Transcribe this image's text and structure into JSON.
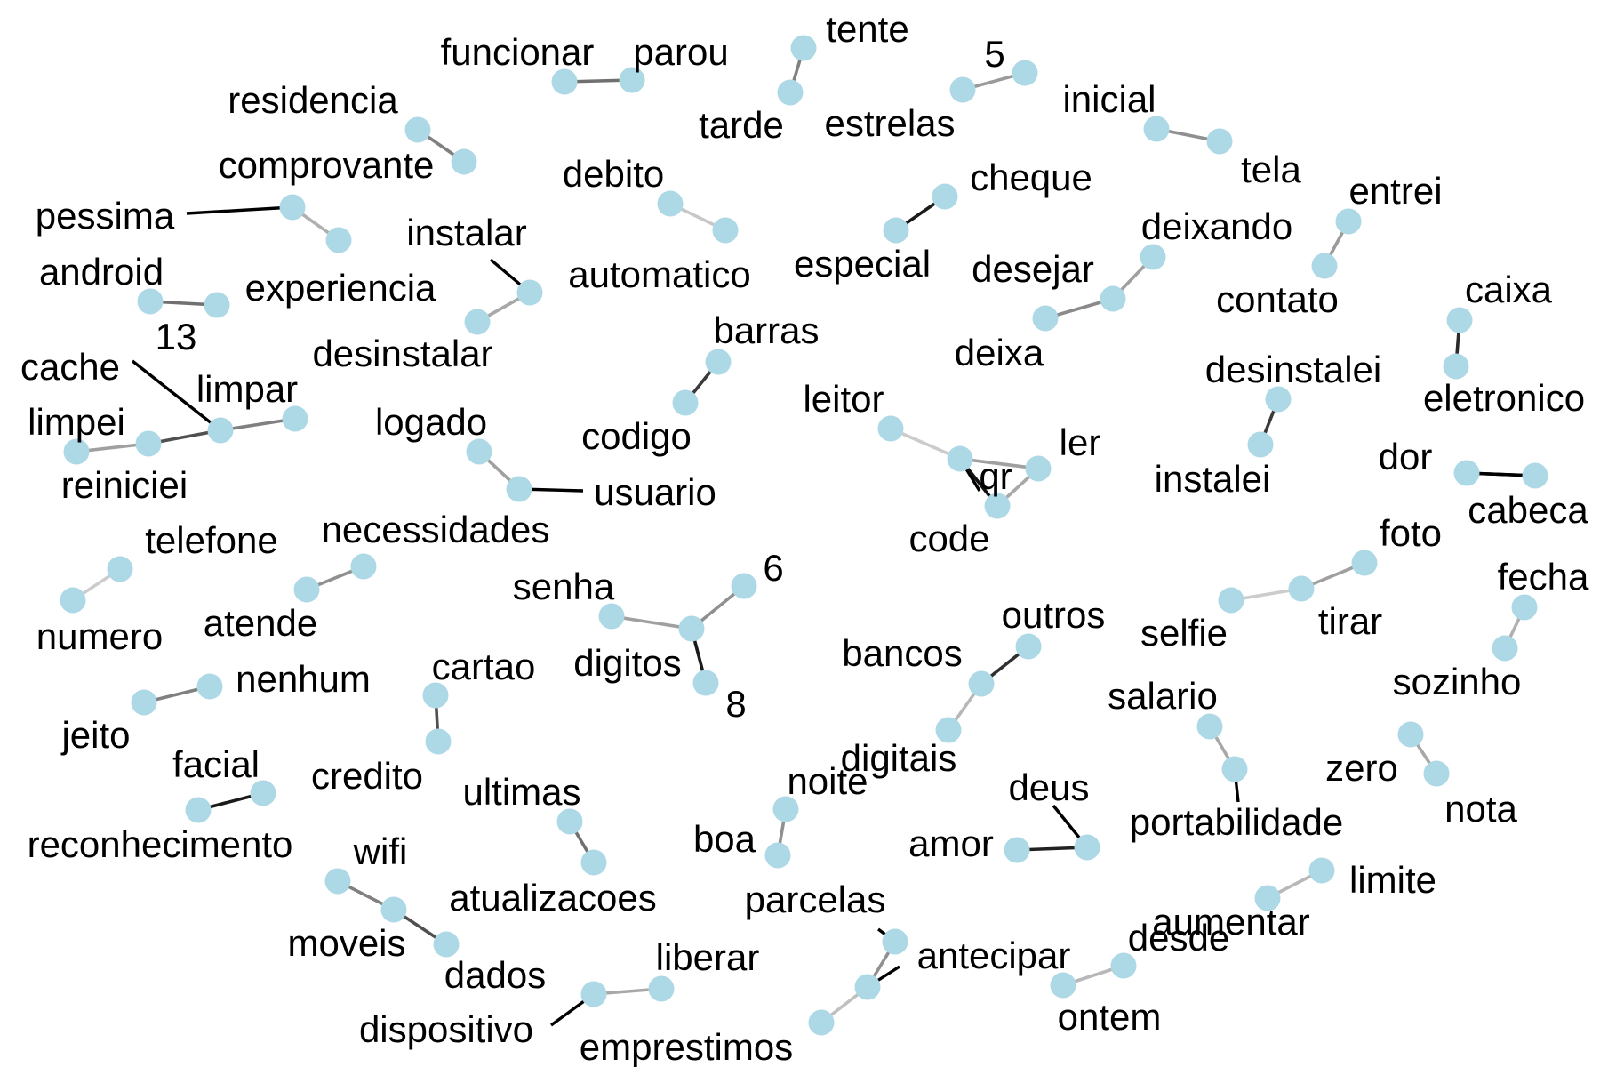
{
  "graph": {
    "node_color": "#add8e6",
    "nodes": [
      {
        "id": "funcionar",
        "label": "funcionar"
      },
      {
        "id": "parou",
        "label": "parou"
      },
      {
        "id": "tente",
        "label": "tente"
      },
      {
        "id": "tarde",
        "label": "tarde"
      },
      {
        "id": "5",
        "label": "5"
      },
      {
        "id": "estrelas",
        "label": "estrelas"
      },
      {
        "id": "inicial",
        "label": "inicial"
      },
      {
        "id": "tela",
        "label": "tela"
      },
      {
        "id": "residencia",
        "label": "residencia"
      },
      {
        "id": "comprovante",
        "label": "comprovante"
      },
      {
        "id": "debito",
        "label": "debito"
      },
      {
        "id": "automatico",
        "label": "automatico"
      },
      {
        "id": "cheque",
        "label": "cheque"
      },
      {
        "id": "especial",
        "label": "especial"
      },
      {
        "id": "entrei",
        "label": "entrei"
      },
      {
        "id": "contato",
        "label": "contato"
      },
      {
        "id": "pessima",
        "label": "pessima"
      },
      {
        "id": "experiencia",
        "label": "experiencia"
      },
      {
        "id": "instalar",
        "label": "instalar"
      },
      {
        "id": "desinstalar",
        "label": "desinstalar"
      },
      {
        "id": "deixando",
        "label": "deixando"
      },
      {
        "id": "desejar",
        "label": "desejar"
      },
      {
        "id": "deixa",
        "label": "deixa"
      },
      {
        "id": "android",
        "label": "android"
      },
      {
        "id": "13",
        "label": "13"
      },
      {
        "id": "caixa",
        "label": "caixa"
      },
      {
        "id": "eletronico",
        "label": "eletronico"
      },
      {
        "id": "barras",
        "label": "barras"
      },
      {
        "id": "codigo",
        "label": "codigo"
      },
      {
        "id": "cache",
        "label": "cache"
      },
      {
        "id": "limpar",
        "label": "limpar"
      },
      {
        "id": "limpei",
        "label": "limpei"
      },
      {
        "id": "reiniciei",
        "label": "reiniciei"
      },
      {
        "id": "desinstalei",
        "label": "desinstalei"
      },
      {
        "id": "instalei",
        "label": "instalei"
      },
      {
        "id": "logado",
        "label": "logado"
      },
      {
        "id": "usuario",
        "label": "usuario"
      },
      {
        "id": "leitor",
        "label": "leitor"
      },
      {
        "id": "qr",
        "label": "qr"
      },
      {
        "id": "ler",
        "label": "ler"
      },
      {
        "id": "code",
        "label": "code"
      },
      {
        "id": "dor",
        "label": "dor"
      },
      {
        "id": "cabeca",
        "label": "cabeca"
      },
      {
        "id": "telefone",
        "label": "telefone"
      },
      {
        "id": "numero",
        "label": "numero"
      },
      {
        "id": "necessidades",
        "label": "necessidades"
      },
      {
        "id": "atende",
        "label": "atende"
      },
      {
        "id": "senha",
        "label": "senha"
      },
      {
        "id": "digitos",
        "label": "digitos"
      },
      {
        "id": "6",
        "label": "6"
      },
      {
        "id": "8",
        "label": "8"
      },
      {
        "id": "foto",
        "label": "foto"
      },
      {
        "id": "tirar",
        "label": "tirar"
      },
      {
        "id": "selfie",
        "label": "selfie"
      },
      {
        "id": "fecha",
        "label": "fecha"
      },
      {
        "id": "sozinho",
        "label": "sozinho"
      },
      {
        "id": "outros",
        "label": "outros"
      },
      {
        "id": "bancos",
        "label": "bancos"
      },
      {
        "id": "digitais",
        "label": "digitais"
      },
      {
        "id": "nenhum",
        "label": "nenhum"
      },
      {
        "id": "jeito",
        "label": "jeito"
      },
      {
        "id": "cartao",
        "label": "cartao"
      },
      {
        "id": "credito",
        "label": "credito"
      },
      {
        "id": "salario",
        "label": "salario"
      },
      {
        "id": "portabilidade",
        "label": "portabilidade"
      },
      {
        "id": "zero",
        "label": "zero"
      },
      {
        "id": "nota",
        "label": "nota"
      },
      {
        "id": "facial",
        "label": "facial"
      },
      {
        "id": "reconhecimento",
        "label": "reconhecimento"
      },
      {
        "id": "ultimas",
        "label": "ultimas"
      },
      {
        "id": "atualizacoes",
        "label": "atualizacoes"
      },
      {
        "id": "noite",
        "label": "noite"
      },
      {
        "id": "boa",
        "label": "boa"
      },
      {
        "id": "deus",
        "label": "deus"
      },
      {
        "id": "amor",
        "label": "amor"
      },
      {
        "id": "wifi",
        "label": "wifi"
      },
      {
        "id": "moveis",
        "label": "moveis"
      },
      {
        "id": "dados",
        "label": "dados"
      },
      {
        "id": "parcelas",
        "label": "parcelas"
      },
      {
        "id": "antecipar",
        "label": "antecipar"
      },
      {
        "id": "emprestimos",
        "label": "emprestimos"
      },
      {
        "id": "limite",
        "label": "limite"
      },
      {
        "id": "aumentar",
        "label": "aumentar"
      },
      {
        "id": "desde",
        "label": "desde"
      },
      {
        "id": "ontem",
        "label": "ontem"
      },
      {
        "id": "liberar",
        "label": "liberar"
      },
      {
        "id": "dispositivo",
        "label": "dispositivo"
      }
    ],
    "edges": [
      {
        "from": "funcionar",
        "to": "parou",
        "shade": "#707070"
      },
      {
        "from": "tarde",
        "to": "tente",
        "shade": "#808080"
      },
      {
        "from": "estrelas",
        "to": "5",
        "shade": "#9a9a9a"
      },
      {
        "from": "inicial",
        "to": "tela",
        "shade": "#909090"
      },
      {
        "from": "residencia",
        "to": "comprovante",
        "shade": "#808080"
      },
      {
        "from": "debito",
        "to": "automatico",
        "shade": "#c8c8c8"
      },
      {
        "from": "especial",
        "to": "cheque",
        "shade": "#1a1a1a"
      },
      {
        "from": "contato",
        "to": "entrei",
        "shade": "#9a9a9a"
      },
      {
        "from": "pessima",
        "to": "experiencia",
        "shade": "#b0b0b0"
      },
      {
        "from": "desinstalar",
        "to": "instalar",
        "shade": "#a8a8a8"
      },
      {
        "from": "deixa",
        "to": "desejar",
        "shade": "#8a8a8a"
      },
      {
        "from": "desejar",
        "to": "deixando",
        "shade": "#a0a0a0"
      },
      {
        "from": "android",
        "to": "13",
        "shade": "#707070"
      },
      {
        "from": "caixa",
        "to": "eletronico",
        "shade": "#2a2a2a"
      },
      {
        "from": "codigo",
        "to": "barras",
        "shade": "#3a3a3a"
      },
      {
        "from": "limpei",
        "to": "reiniciei",
        "shade": "#a0a0a0"
      },
      {
        "from": "reiniciei",
        "to": "cache",
        "shade": "#505050"
      },
      {
        "from": "cache",
        "to": "limpar",
        "shade": "#808080"
      },
      {
        "from": "instalei",
        "to": "desinstalei",
        "shade": "#3a3a3a"
      },
      {
        "from": "logado",
        "to": "usuario",
        "shade": "#a0a0a0"
      },
      {
        "from": "leitor",
        "to": "qr",
        "shade": "#cccccc"
      },
      {
        "from": "qr",
        "to": "ler",
        "shade": "#a0a0a0"
      },
      {
        "from": "qr",
        "to": "code",
        "shade": "#111111"
      },
      {
        "from": "code",
        "to": "ler",
        "shade": "#a8a8a8"
      },
      {
        "from": "dor",
        "to": "cabeca",
        "shade": "#000000"
      },
      {
        "from": "numero",
        "to": "telefone",
        "shade": "#cccccc"
      },
      {
        "from": "atende",
        "to": "necessidades",
        "shade": "#909090"
      },
      {
        "from": "senha",
        "to": "digitos",
        "shade": "#a0a0a0"
      },
      {
        "from": "digitos",
        "to": "6",
        "shade": "#909090"
      },
      {
        "from": "digitos",
        "to": "8",
        "shade": "#1a1a1a"
      },
      {
        "from": "selfie",
        "to": "tirar",
        "shade": "#cccccc"
      },
      {
        "from": "tirar",
        "to": "foto",
        "shade": "#a0a0a0"
      },
      {
        "from": "sozinho",
        "to": "fecha",
        "shade": "#b0b0b0"
      },
      {
        "from": "digitais",
        "to": "bancos",
        "shade": "#b8b8b8"
      },
      {
        "from": "bancos",
        "to": "outros",
        "shade": "#303030"
      },
      {
        "from": "jeito",
        "to": "nenhum",
        "shade": "#808080"
      },
      {
        "from": "cartao",
        "to": "credito",
        "shade": "#505050"
      },
      {
        "from": "salario",
        "to": "portabilidade",
        "shade": "#a8a8a8"
      },
      {
        "from": "zero",
        "to": "nota",
        "shade": "#a8a8a8"
      },
      {
        "from": "reconhecimento",
        "to": "facial",
        "shade": "#1a1a1a"
      },
      {
        "from": "ultimas",
        "to": "atualizacoes",
        "shade": "#707070"
      },
      {
        "from": "boa",
        "to": "noite",
        "shade": "#909090"
      },
      {
        "from": "amor",
        "to": "deus",
        "shade": "#222222"
      },
      {
        "from": "wifi",
        "to": "moveis",
        "shade": "#808080"
      },
      {
        "from": "moveis",
        "to": "dados",
        "shade": "#505050"
      },
      {
        "from": "emprestimos",
        "to": "antecipar",
        "shade": "#c0c0c0"
      },
      {
        "from": "antecipar",
        "to": "parcelas",
        "shade": "#909090"
      },
      {
        "from": "ontem",
        "to": "desde",
        "shade": "#b8b8b8"
      },
      {
        "from": "aumentar",
        "to": "limite",
        "shade": "#b8b8b8"
      },
      {
        "from": "dispositivo",
        "to": "liberar",
        "shade": "#a8a8a8"
      }
    ]
  }
}
